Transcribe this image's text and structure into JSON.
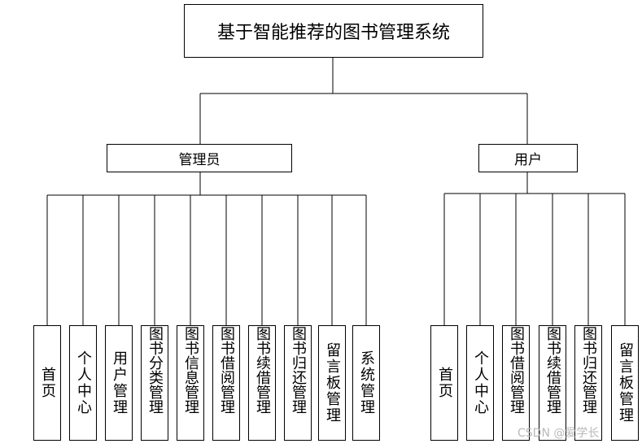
{
  "title": "基于智能推荐的图书管理系统",
  "roles": {
    "admin": "管理员",
    "user": "用户"
  },
  "admin_modules": [
    "首页",
    "个人中心",
    "用户管理",
    "图书分类管理",
    "图书信息管理",
    "图书借阅管理",
    "图书续借管理",
    "图书归还管理",
    "留言板管理",
    "系统管理"
  ],
  "user_modules": [
    "首页",
    "个人中心",
    "图书借阅管理",
    "图书续借管理",
    "图书归还管理",
    "留言板管理"
  ],
  "watermark": "CSDN @爱学长"
}
